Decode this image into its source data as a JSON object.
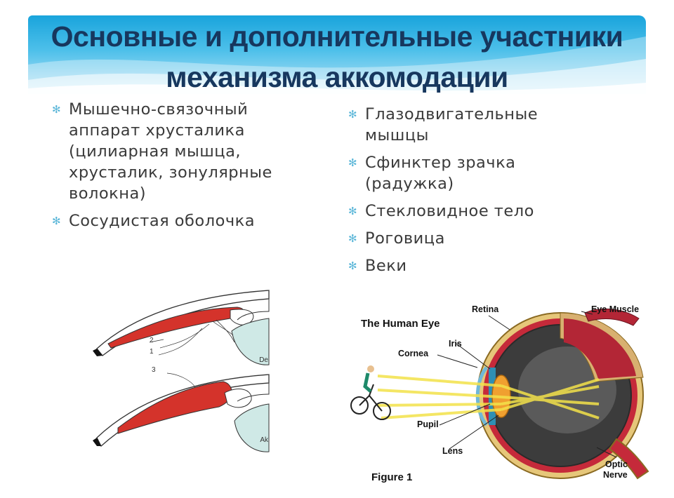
{
  "slide": {
    "title_line1": "Основные и дополнительные участники",
    "title_line2": "механизма аккомодации"
  },
  "left_list": {
    "items": [
      {
        "label": "Мышечно-связочный аппарат хрусталика (цилиарная мышца, хрусталик, зонулярные волокна)"
      },
      {
        "label": "Сосудистая оболочка"
      }
    ]
  },
  "right_list": {
    "items": [
      {
        "label": "Глазодвигательные мышцы"
      },
      {
        "label": "Сфинктер зрачка (радужка)"
      },
      {
        "label": "Стекловидное тело"
      },
      {
        "label": "Роговица"
      },
      {
        "label": "Веки"
      }
    ]
  },
  "ciliary_figure": {
    "labels": [
      "2",
      "1",
      "3"
    ],
    "edge_labels": [
      "Ak",
      "De"
    ]
  },
  "eye_figure": {
    "title": "The Human Eye",
    "caption": "Figure 1",
    "labels": {
      "retina": "Retina",
      "eye_muscle": "Eye Muscle",
      "cornea": "Cornea",
      "iris": "Iris",
      "pupil": "Pupil",
      "lens": "Lens",
      "optic_nerve_1": "Optic",
      "optic_nerve_2": "Nerve"
    }
  },
  "colors": {
    "title": "#17375e",
    "header_band": "#2eb1e2",
    "bullet": "#5ab6d8",
    "muscle_red": "#d4332b",
    "lens_blue": "#cfe9e6"
  }
}
